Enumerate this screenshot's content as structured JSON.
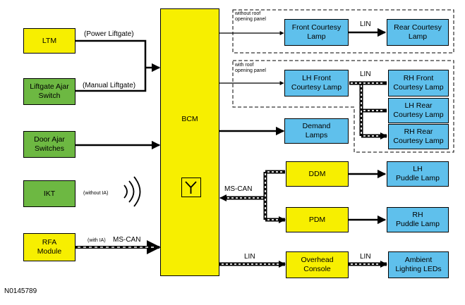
{
  "figure_id": "N0145789",
  "modules": {
    "bcm": "BCM",
    "ltm": "LTM",
    "liftgate_ajar": "Liftgate Ajar\nSwitch",
    "door_ajar": "Door Ajar\nSwitches",
    "ikt": "IKT",
    "rfa": "RFA\nModule",
    "front_courtesy": "Front Courtesy\nLamp",
    "rear_courtesy": "Rear Courtesy\nLamp",
    "lh_front_courtesy": "LH Front\nCourtesy Lamp",
    "rh_front_courtesy": "RH Front\nCourtesy Lamp",
    "lh_rear_courtesy": "LH Rear\nCourtesy Lamp",
    "rh_rear_courtesy": "RH Rear\nCourtesy Lamp",
    "demand_lamps": "Demand\nLamps",
    "ddm": "DDM",
    "pdm": "PDM",
    "lh_puddle": "LH\nPuddle Lamp",
    "rh_puddle": "RH\nPuddle Lamp",
    "overhead_console": "Overhead\nConsole",
    "ambient_leds": "Ambient\nLighting LEDs"
  },
  "labels": {
    "power_liftgate": "(Power Liftgate)",
    "manual_liftgate": "(Manual Liftgate)",
    "without_roof": "without roof\nopening panel",
    "with_roof": "with roof\nopening panel",
    "lin_front": "LIN",
    "lin_lh": "LIN",
    "ms_can_bcm": "MS-CAN",
    "without_ia": "(without IA)",
    "with_ia": "(with IA)",
    "ms_can_rfa": "MS-CAN",
    "lin_overhead": "LIN",
    "lin_ambient": "LIN"
  },
  "colors": {
    "bcm_module": "#f7ef00",
    "input_module": "#6db842",
    "lamp": "#5fc0ec"
  }
}
